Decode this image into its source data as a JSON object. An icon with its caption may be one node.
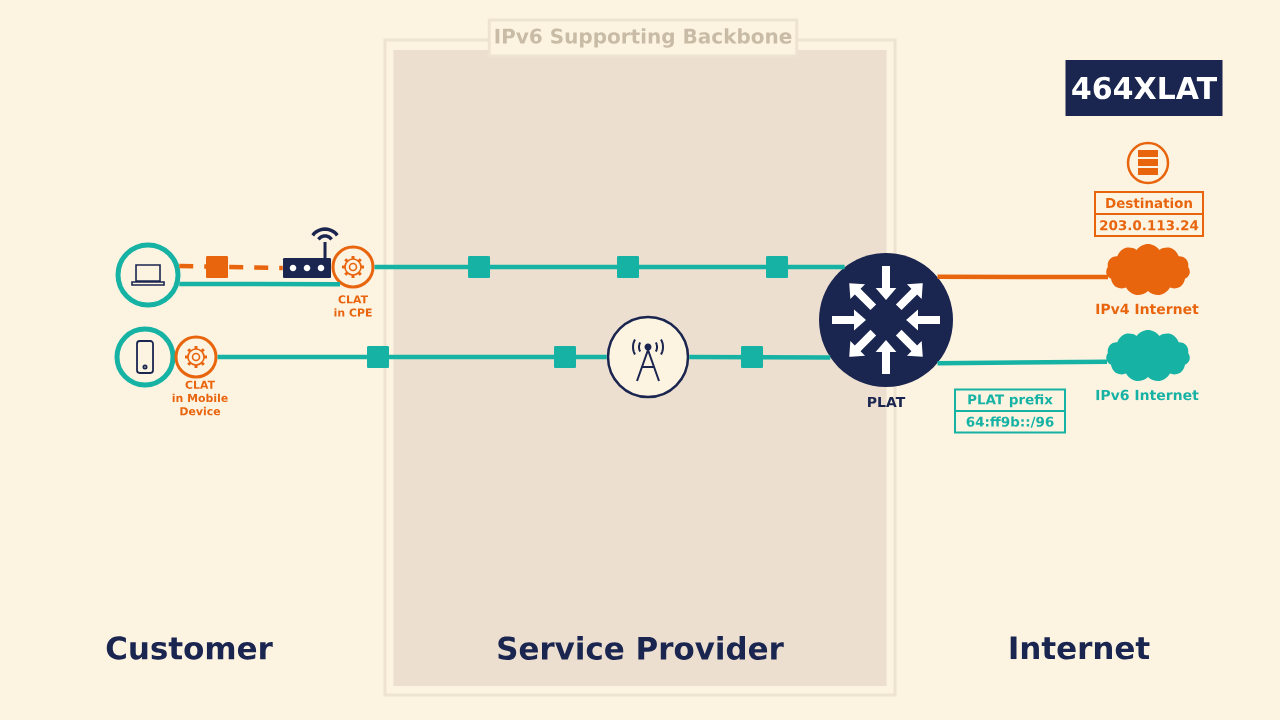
{
  "diagram": {
    "nodes": [
      {
        "text": [
          "IPv6 Supporting Backbone"
        ]
      },
      {
        "text": [
          "464XLAT"
        ]
      },
      {
        "text": [],
        "shape": "circle"
      },
      {
        "text": [],
        "shape": "box"
      },
      {
        "text": [],
        "shape": "circle",
        "beside": [
          "CLAT in CPE"
        ]
      },
      {
        "text": [],
        "shape": "circle"
      },
      {
        "text": [],
        "shape": "circle",
        "beside": [
          "CLAT in Mobile Device"
        ]
      },
      {
        "text": [],
        "shape": "circle",
        "in": 0
      },
      {
        "text": [],
        "shape": "circle",
        "beside": [
          "PLAT"
        ]
      },
      {
        "text": [
          "Destination",
          "203.0.113.24"
        ]
      },
      {
        "text": [],
        "shape": "cloud",
        "beside": [
          "IPv4 Internet"
        ]
      },
      {
        "text": [],
        "shape": "cloud",
        "beside": [
          "IPv6 Internet"
        ]
      },
      {
        "text": [
          "PLAT prefix",
          "64:ff9b::/96"
        ]
      }
    ],
    "edges": [
      {
        "from": 2,
        "to": 3,
        "arrow": "none",
        "style": "dashed",
        "color": "#e8650e"
      },
      {
        "from": 2,
        "to": 4,
        "arrow": "none"
      },
      {
        "from": 4,
        "to": 8,
        "arrow": "none"
      },
      {
        "from": 6,
        "to": 7,
        "arrow": "none"
      },
      {
        "from": 7,
        "to": 8,
        "arrow": "none"
      },
      {
        "from": 8,
        "to": 10,
        "arrow": "none",
        "color": "#e8650e"
      },
      {
        "from": 8,
        "to": 11,
        "arrow": "none"
      }
    ],
    "labels": [
      "Customer",
      "Service Provider",
      "Internet"
    ]
  }
}
